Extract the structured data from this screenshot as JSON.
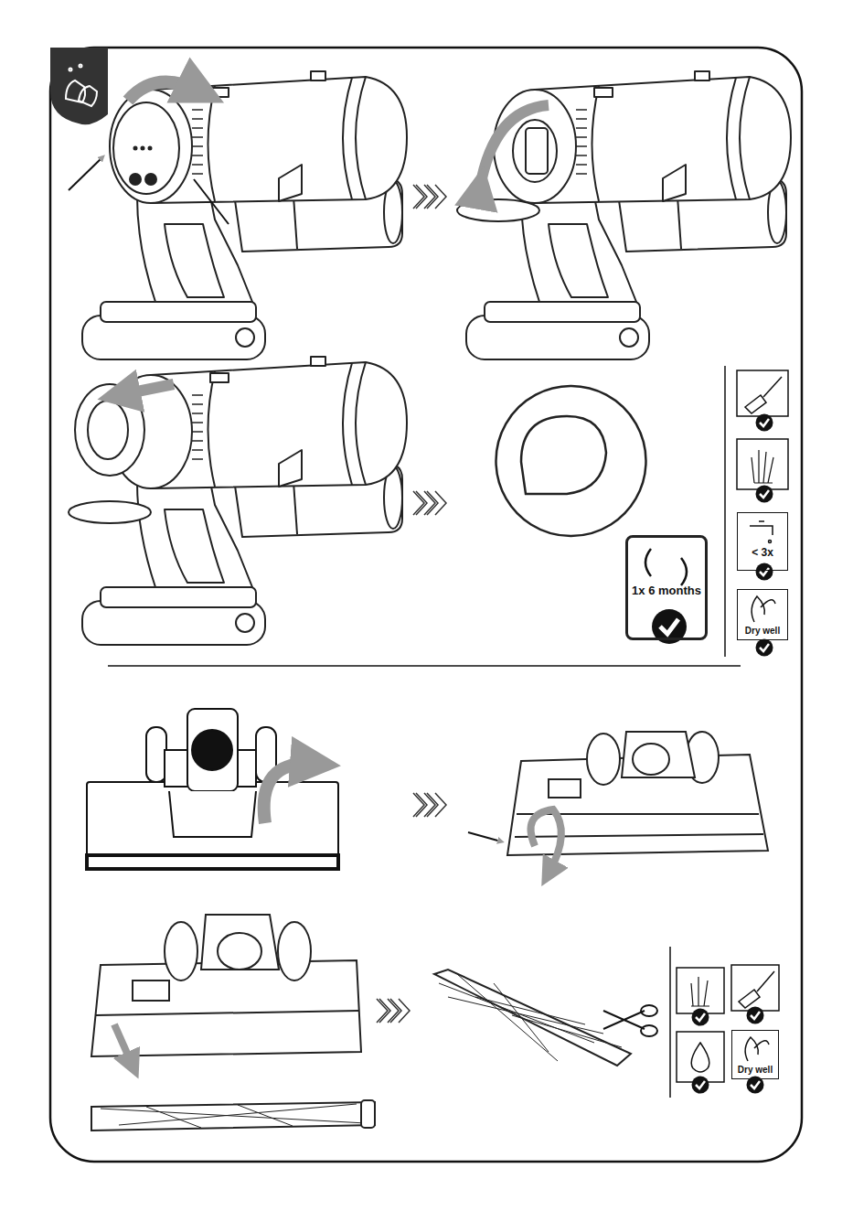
{
  "diagram": {
    "nodes": [
      {
        "text": [
          "1x 6 months"
        ]
      },
      {
        "text": [
          "< 3x"
        ]
      },
      {
        "text": [
          "Dry well"
        ]
      },
      {
        "text": [
          "Dry well"
        ]
      }
    ]
  }
}
